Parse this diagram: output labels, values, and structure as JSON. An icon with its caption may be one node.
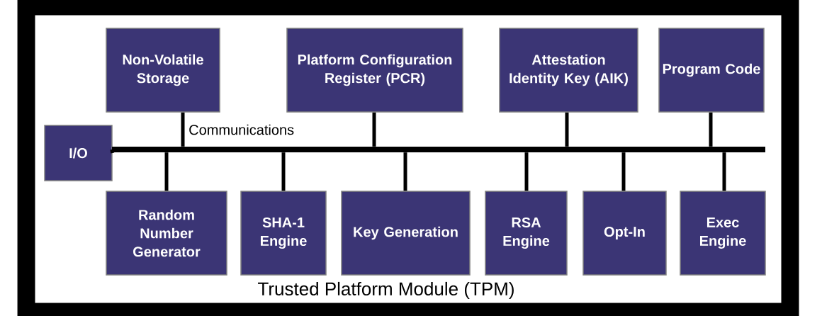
{
  "diagram": {
    "nodes": [
      {
        "text": [
          "Non-Volatile Storage"
        ]
      },
      {
        "text": [
          "Platform Configuration Register (PCR)"
        ]
      },
      {
        "text": [
          "Attestation Identity Key (AIK)"
        ]
      },
      {
        "text": [
          "Program Code"
        ]
      },
      {
        "text": [
          "I/O"
        ]
      },
      {
        "text": [],
        "shape": "bar",
        "beside": [
          "Communications"
        ]
      },
      {
        "text": [
          "Random Number Generator"
        ]
      },
      {
        "text": [
          "SHA-1 Engine"
        ]
      },
      {
        "text": [
          "Key Generation"
        ]
      },
      {
        "text": [
          "RSA Engine"
        ]
      },
      {
        "text": [
          "Opt-In"
        ]
      },
      {
        "text": [
          "Exec Engine"
        ]
      }
    ],
    "edges": [
      {
        "from": 0,
        "to": 5,
        "arrow": "none"
      },
      {
        "from": 1,
        "to": 5,
        "arrow": "none"
      },
      {
        "from": 2,
        "to": 5,
        "arrow": "none"
      },
      {
        "from": 3,
        "to": 5,
        "arrow": "none"
      },
      {
        "from": 4,
        "to": 5,
        "arrow": "none"
      },
      {
        "from": 6,
        "to": 5,
        "arrow": "none"
      },
      {
        "from": 7,
        "to": 5,
        "arrow": "none"
      },
      {
        "from": 8,
        "to": 5,
        "arrow": "none"
      },
      {
        "from": 9,
        "to": 5,
        "arrow": "none"
      },
      {
        "from": 10,
        "to": 5,
        "arrow": "none"
      },
      {
        "from": 11,
        "to": 5,
        "arrow": "none"
      }
    ],
    "labels": [
      "Trusted Platform Module (TPM)"
    ]
  }
}
